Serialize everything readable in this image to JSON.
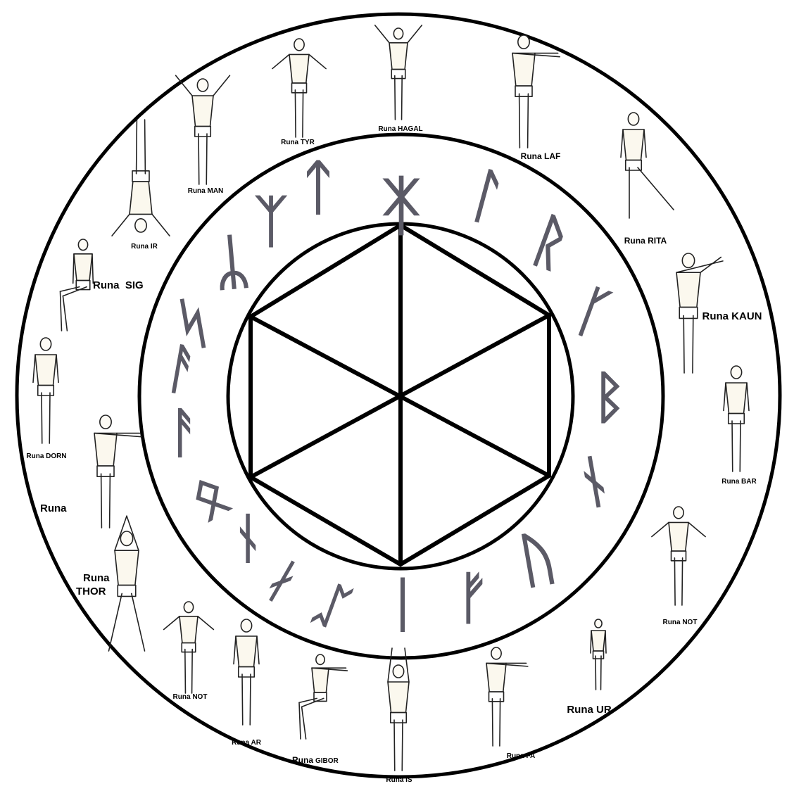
{
  "diagram": {
    "runes": [
      {
        "name": "hagal-rune",
        "glyph": "ᛡ"
      },
      {
        "name": "laf-rune",
        "glyph": "ᛚ"
      },
      {
        "name": "rita-rune",
        "glyph": "ᚱ"
      },
      {
        "name": "kaun-rune",
        "glyph": "ᚴ"
      },
      {
        "name": "bar-rune",
        "glyph": "ᛒ"
      },
      {
        "name": "not-rune",
        "glyph": "ᚾ"
      },
      {
        "name": "ur-rune",
        "glyph": "ᚢ"
      },
      {
        "name": "fa-rune",
        "glyph": "ᚠ"
      },
      {
        "name": "is-rune",
        "glyph": "ᛁ"
      },
      {
        "name": "gibor-rune",
        "glyph": "ᛢ"
      },
      {
        "name": "ar-rune",
        "glyph": "ᛅ"
      },
      {
        "name": "not2-rune",
        "glyph": "ᚾ"
      },
      {
        "name": "thor-rune",
        "glyph": "ᛟ"
      },
      {
        "name": "dorn-rune",
        "glyph": "ᚨ"
      },
      {
        "name": "os-rune",
        "glyph": "ᚨ"
      },
      {
        "name": "sig-rune",
        "glyph": "ᛋ"
      },
      {
        "name": "ir-rune",
        "glyph": "ᛦ"
      },
      {
        "name": "man-rune",
        "glyph": "ᛉ"
      },
      {
        "name": "tyr-rune",
        "glyph": "ᛏ"
      }
    ],
    "labels": {
      "hagal": "Runa HAGAL",
      "laf": "Runa LAF",
      "rita": "Runa RITA",
      "kaun": "Runa KAUN",
      "bar": "Runa BAR",
      "not_right": "Runa NOT",
      "ur": "Runa UR",
      "fa": "Runa FA",
      "is": "Runa IS",
      "gibor_prefix": "Runa",
      "gibor_name": "GIBOR",
      "ar": "Runa AR",
      "not_left": "Runa NOT",
      "thor_line1": "Runa",
      "thor_line2": "THOR",
      "os": "Runa",
      "dorn": "Runa DORN",
      "sig": "Runa  SIG",
      "ir": "Runa IR",
      "man": "Runa MAN",
      "tyr": "Runa TYR"
    }
  }
}
